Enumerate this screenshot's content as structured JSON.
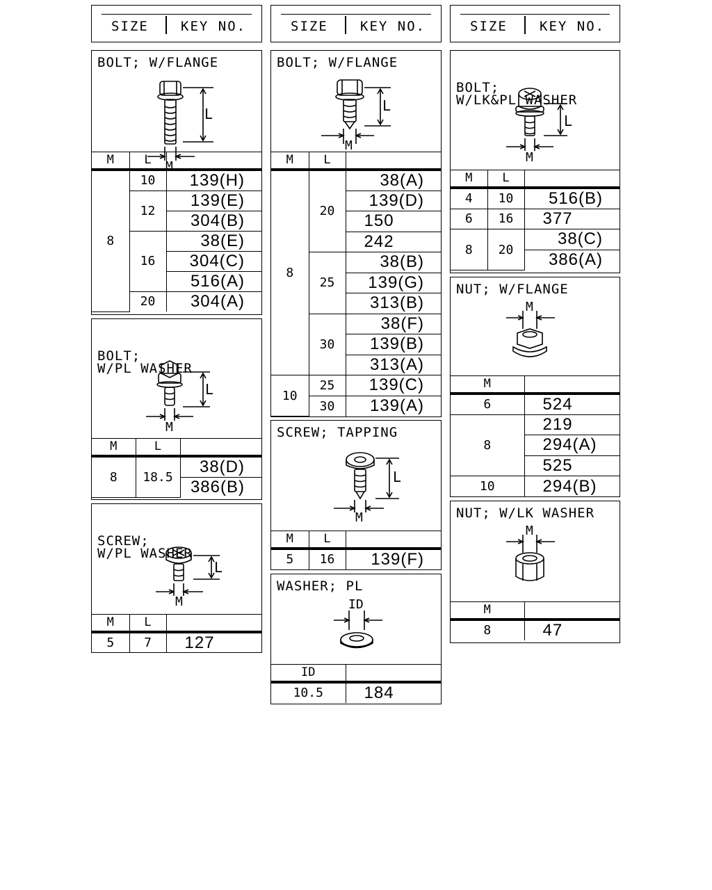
{
  "header": {
    "size_label": "SIZE",
    "key_label": "KEY NO."
  },
  "col_headers": {
    "m": "M",
    "l": "L",
    "id": "ID"
  },
  "dim_labels": {
    "l": "L",
    "m": "M",
    "id": "ID"
  },
  "bolt_flange_1": {
    "title": "BOLT; W/FLANGE",
    "m": "8",
    "l": [
      "10",
      "12",
      "16",
      "20"
    ],
    "keys": [
      "139(H)",
      "139(E)",
      "304(B)",
      "38(E)",
      "304(C)",
      "516(A)",
      "304(A)"
    ]
  },
  "bolt_pl_washer": {
    "title1": "BOLT;",
    "title2": "W/PL WASHER",
    "m": "8",
    "l": "18.5",
    "keys": [
      "38(D)",
      "386(B)"
    ]
  },
  "screw_pl_washer": {
    "title1": "SCREW;",
    "title2": "W/PL WASHER",
    "m": "5",
    "l": "7",
    "keys": [
      "127"
    ]
  },
  "bolt_flange_2": {
    "title": "BOLT; W/FLANGE",
    "m": [
      "8",
      "10"
    ],
    "l": [
      "20",
      "25",
      "30",
      "25",
      "30"
    ],
    "keys": [
      "38(A)",
      "139(D)",
      "150",
      "242",
      "38(B)",
      "139(G)",
      "313(B)",
      "38(F)",
      "139(B)",
      "313(A)",
      "139(C)",
      "139(A)"
    ]
  },
  "screw_tapping": {
    "title": "SCREW; TAPPING",
    "m": "5",
    "l": "16",
    "keys": [
      "139(F)"
    ]
  },
  "washer_pl": {
    "title": "WASHER; PL",
    "id": "10.5",
    "keys": [
      "184"
    ]
  },
  "bolt_lk_pl": {
    "title1": "BOLT;",
    "title2": "W/LK&PL WASHER",
    "m": [
      "4",
      "6",
      "8"
    ],
    "l": [
      "10",
      "16",
      "20"
    ],
    "keys": [
      "516(B)",
      "377",
      "38(C)",
      "386(A)"
    ]
  },
  "nut_flange": {
    "title": "NUT; W/FLANGE",
    "m": [
      "6",
      "8",
      "10"
    ],
    "keys": [
      "524",
      "219",
      "294(A)",
      "525",
      "294(B)"
    ]
  },
  "nut_lk_washer": {
    "title": "NUT; W/LK WASHER",
    "m": "8",
    "keys": [
      "47"
    ]
  }
}
